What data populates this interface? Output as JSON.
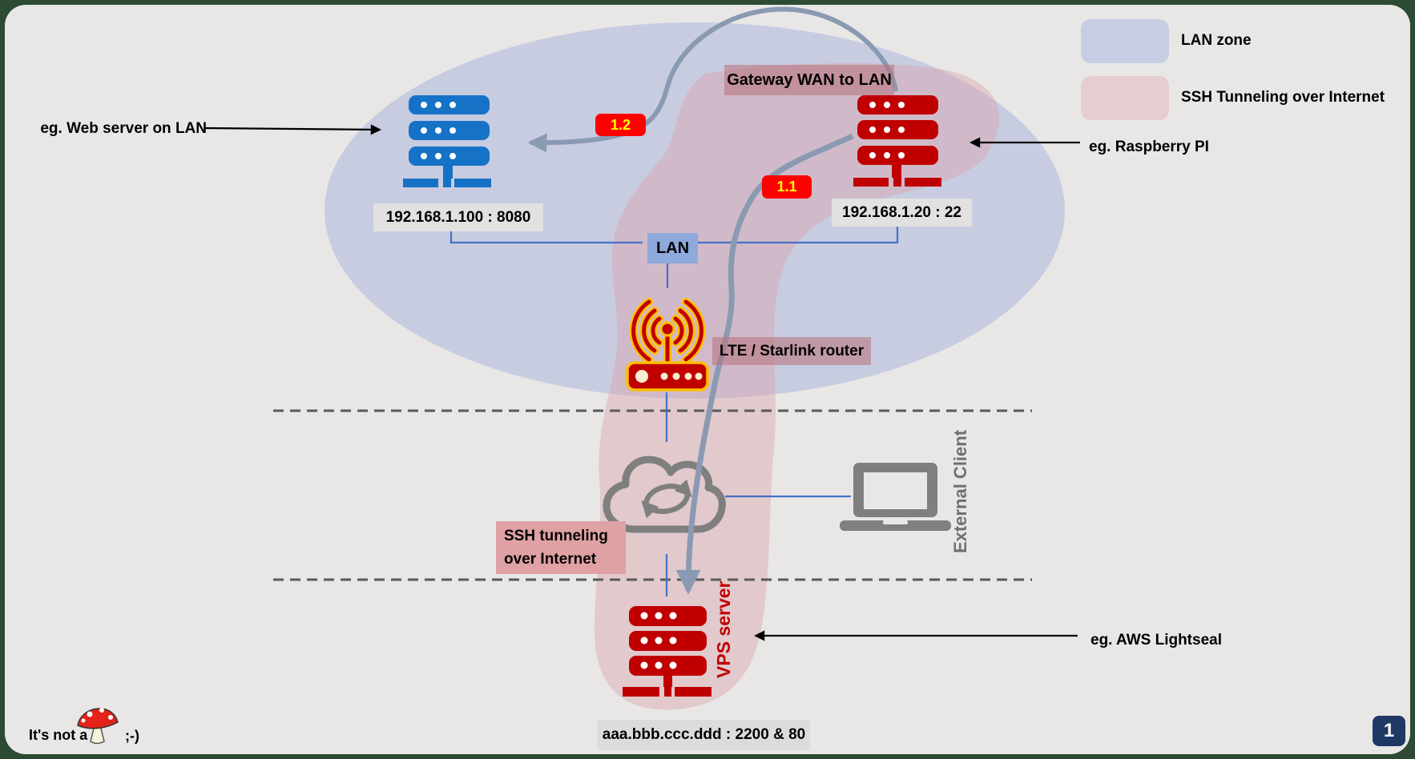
{
  "legend": {
    "items": [
      {
        "label": "LAN zone",
        "swatch_color": "#c7cee4"
      },
      {
        "label": "SSH Tunneling over Internet",
        "swatch_color": "#e6cdd1"
      }
    ]
  },
  "lan_zone": {
    "web_server": {
      "caption": "eg. Web server on LAN",
      "address": "192.168.1.100 : 8080"
    },
    "raspberry_pi": {
      "caption": "eg. Raspberry PI",
      "address": "192.168.1.20 : 22"
    },
    "gateway_label": "Gateway WAN to LAN",
    "step_badges": {
      "to_web": "1.2",
      "to_vps": "1.1"
    },
    "lan_box": "LAN",
    "router_label": "LTE / Starlink router"
  },
  "internet_zone": {
    "tunnel_label_line1": "SSH tunneling",
    "tunnel_label_line2": "over Internet",
    "external_client_label": "External Client"
  },
  "vps_zone": {
    "server_label": "VPS server",
    "caption": "eg. AWS Lightseal",
    "address": "aaa.bbb.ccc.ddd : 2200 & 80"
  },
  "footer": {
    "joke_prefix": "It's not a",
    "joke_suffix": ";-)",
    "page_number": "1"
  },
  "colors": {
    "frame_green": "#2d4a32",
    "canvas": "#e8e7e6",
    "lan_ellipse": "#a8b4dc",
    "tunnel_pink": "#dca5ac",
    "server_blue": "#1572c6",
    "server_red": "#c00000",
    "router_gold": "#ffc000",
    "badge_bg": "#ff0000",
    "badge_text": "#ffff00",
    "arrow_slate": "#8a9ab2",
    "connector_blue": "#4472c4",
    "lan_box_bg": "#8ea9dc",
    "ssh_label_bg": "#dfa1a3",
    "ip_label_bg": "#e2e1e0",
    "page_badge_bg": "#1f3864",
    "gray_icon": "#7f7f7f"
  }
}
